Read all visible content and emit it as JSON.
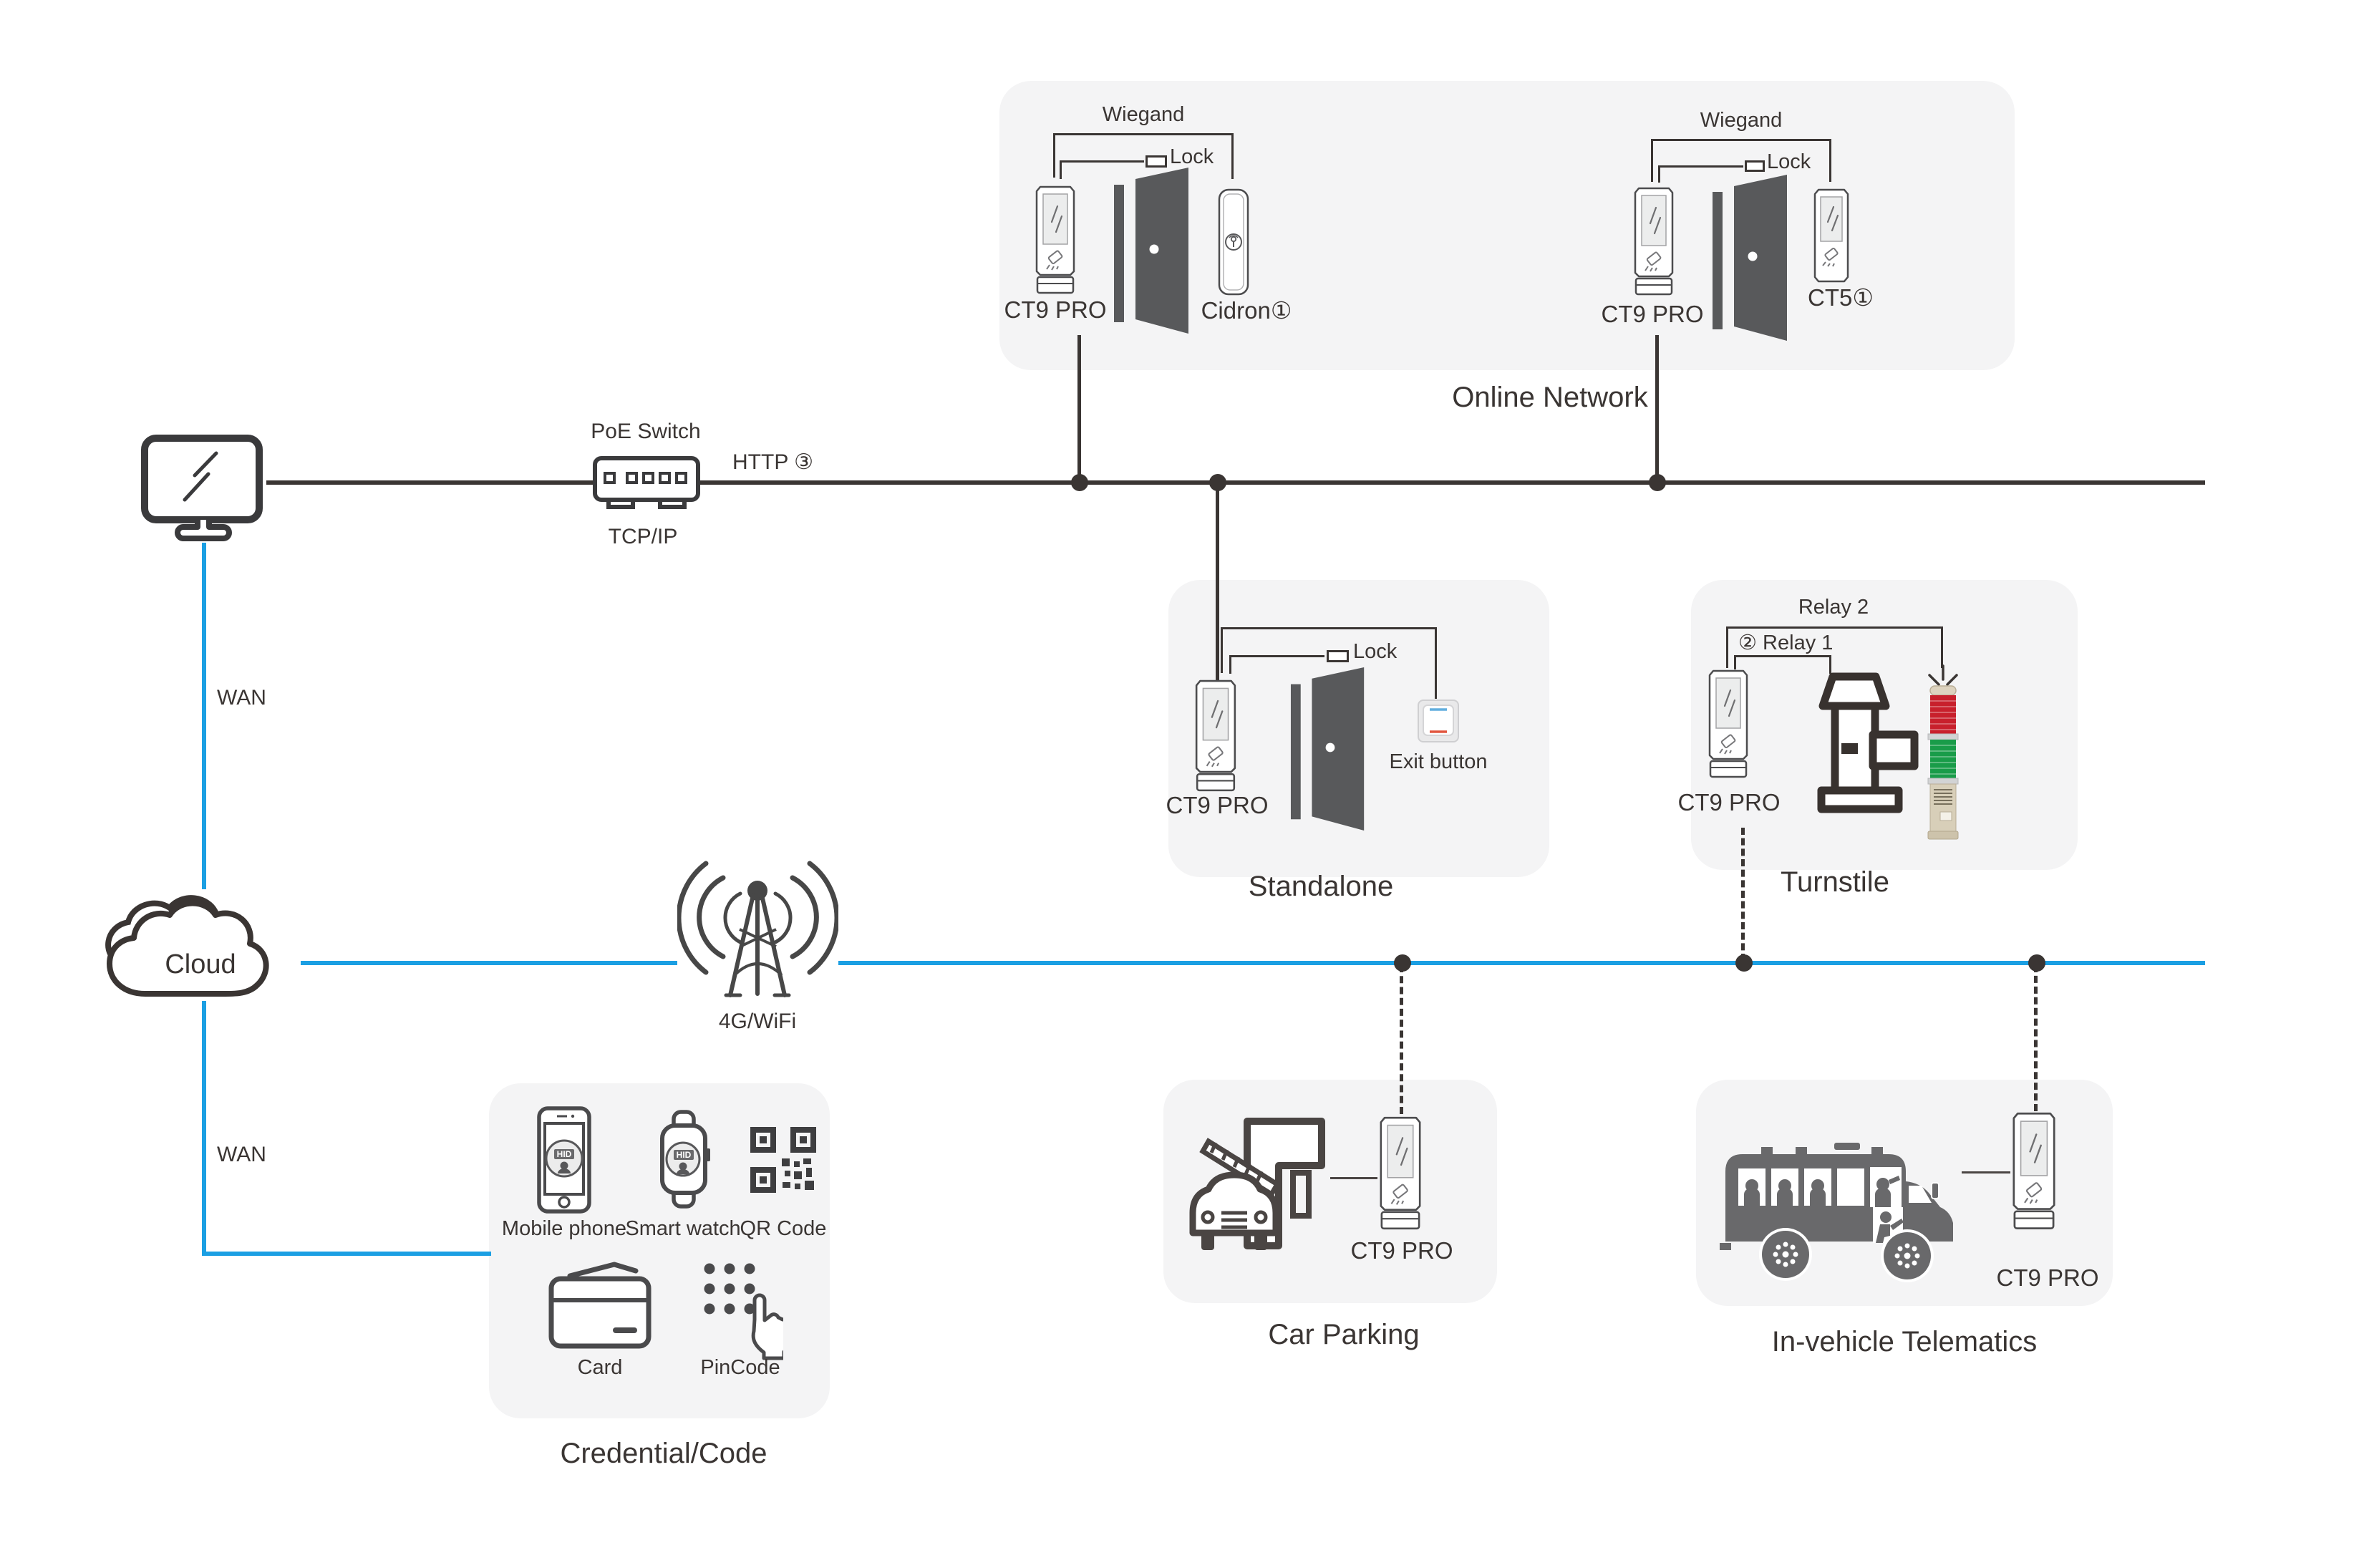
{
  "backbone": {
    "poe_switch": "PoE Switch",
    "tcp_ip": "TCP/IP",
    "http": "HTTP ③",
    "wan_top": "WAN",
    "wan_bottom": "WAN",
    "cloud": "Cloud",
    "wireless": "4G/WiFi"
  },
  "panels": {
    "online_network": {
      "caption": "Online Network",
      "door1": {
        "wiegand": "Wiegand",
        "lock": "Lock",
        "reader": "CT9 PRO",
        "companion": "Cidron①"
      },
      "door2": {
        "wiegand": "Wiegand",
        "lock": "Lock",
        "reader": "CT9 PRO",
        "companion": "CT5①"
      }
    },
    "standalone": {
      "caption": "Standalone",
      "lock": "Lock",
      "reader": "CT9 PRO",
      "exit_button": "Exit button"
    },
    "turnstile": {
      "caption": "Turnstile",
      "relay2": "Relay 2",
      "relay1": "② Relay 1",
      "reader": "CT9 PRO"
    },
    "credential": {
      "caption": "Credential/Code",
      "hid_badge": "HID",
      "items": [
        {
          "label": "Mobile phone"
        },
        {
          "label": "Smart watch"
        },
        {
          "label": "QR Code"
        },
        {
          "label": "Card"
        },
        {
          "label": "PinCode"
        }
      ]
    },
    "car_parking": {
      "caption": "Car Parking",
      "reader": "CT9 PRO"
    },
    "in_vehicle": {
      "caption": "In-vehicle Telematics",
      "reader": "CT9 PRO"
    }
  },
  "colors": {
    "line_dark": "#3a3533",
    "line_blue": "#1b9fe3",
    "panel_bg": "#f4f4f5",
    "door_gray": "#58595b",
    "bus_gray": "#69696b",
    "tower_red": "#c8202c",
    "tower_green": "#199c49",
    "tower_beige": "#d8cfb9"
  },
  "icons": {
    "monitor-icon": "management workstation display",
    "poe-switch-icon": "PoE network switch",
    "cloud-icon": "cloud service",
    "antenna-icon": "4G/WiFi radio tower",
    "ct9-reader-icon": "CT9 PRO access reader",
    "ct5-reader-icon": "CT5 access reader",
    "cidron-reader-icon": "Cidron access reader",
    "door-icon": "open door",
    "lock-icon": "electric lock",
    "exit-button-icon": "exit push button",
    "turnstile-icon": "turnstile gate",
    "tower-light-icon": "red/green signal tower light",
    "mobile-phone-icon": "mobile phone credential",
    "smart-watch-icon": "smart watch credential",
    "qr-code-icon": "QR code credential",
    "card-icon": "RFID card credential",
    "pincode-icon": "PIN keypad with hand",
    "barrier-gate-icon": "car parking barrier with car",
    "bus-icon": "bus with passengers"
  }
}
